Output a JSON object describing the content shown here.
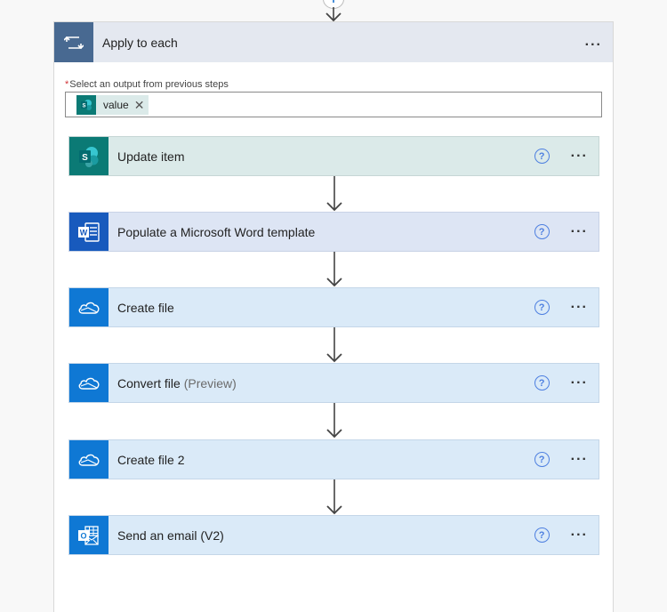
{
  "scope": {
    "title": "Apply to each",
    "more_label": "...",
    "icon": "loop-icon",
    "header_color": "#486991",
    "field": {
      "required_marker": "*",
      "label": "Select an output from previous steps",
      "token": {
        "label": "value",
        "icon": "sharepoint-icon",
        "remove_label": "✕"
      }
    }
  },
  "actions": [
    {
      "title": "Update item",
      "suffix": "",
      "icon": "sharepoint-icon",
      "icon_bg": "#0b7a75",
      "bg": "#dbeae9",
      "help": "?",
      "more": "..."
    },
    {
      "title": "Populate a Microsoft Word template",
      "suffix": "",
      "icon": "word-icon",
      "icon_bg": "#185abd",
      "bg": "#dde5f4",
      "help": "?",
      "more": "..."
    },
    {
      "title": "Create file",
      "suffix": "",
      "icon": "onedrive-icon",
      "icon_bg": "#0f78d4",
      "bg": "#daeaf8",
      "help": "?",
      "more": "..."
    },
    {
      "title": "Convert file",
      "suffix": "(Preview)",
      "icon": "onedrive-icon",
      "icon_bg": "#0f78d4",
      "bg": "#daeaf8",
      "help": "?",
      "more": "..."
    },
    {
      "title": "Create file 2",
      "suffix": "",
      "icon": "onedrive-icon",
      "icon_bg": "#0f78d4",
      "bg": "#daeaf8",
      "help": "?",
      "more": "..."
    },
    {
      "title": "Send an email (V2)",
      "suffix": "",
      "icon": "outlook-icon",
      "icon_bg": "#0f78d4",
      "bg": "#daeaf8",
      "help": "?",
      "more": "..."
    }
  ]
}
